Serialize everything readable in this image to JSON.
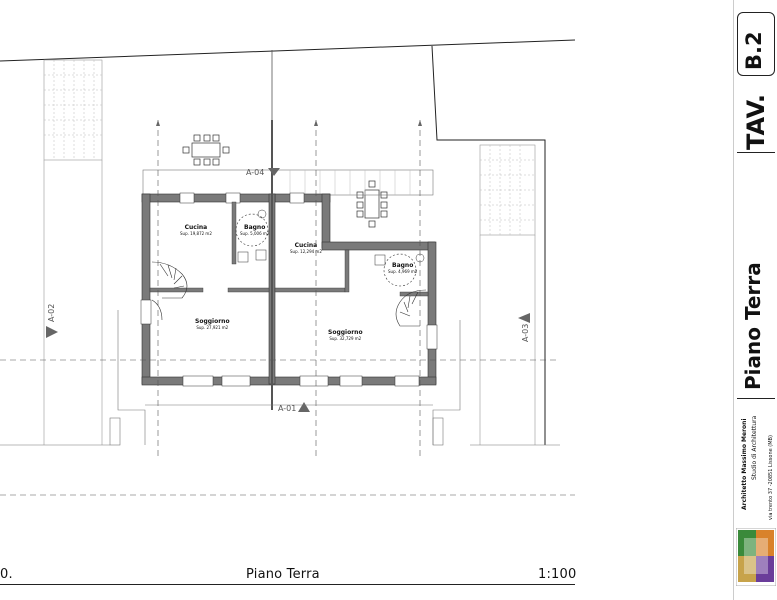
{
  "sheet": {
    "plan_label": "Piano Terra",
    "scale": "1:100",
    "left_fragment": "0."
  },
  "title_block": {
    "tav_prefix": "TAV.",
    "tav_number": "B.2",
    "sheet_title": "Piano Terra",
    "architect_name": "Architetto Massimo Meroni",
    "studio": "Studio di Architettura",
    "address": "via trento 37 -20851 Lissone (MB)"
  },
  "rooms": [
    {
      "name": "Cucina",
      "area": "Sup. 19,872 m2"
    },
    {
      "name": "Bagno",
      "area": "Sup. 5,006 m2"
    },
    {
      "name": "Cucina",
      "area": "Sup. 12,294 m2"
    },
    {
      "name": "Bagno",
      "area": "Sup. 4,969 m2"
    },
    {
      "name": "Soggiorno",
      "area": "Sup. 27,921 m2"
    },
    {
      "name": "Soggiorno",
      "area": "Sup. 32,729 m2"
    }
  ],
  "sections": {
    "a01": "A-01",
    "a02": "A-02",
    "a03": "A-03",
    "a04": "A-04"
  },
  "colors": {
    "wall": "#7a7a7a",
    "line": "#222222",
    "hatch": "#8a8a8a",
    "logo_green": "#3a8a3a",
    "logo_orange": "#d9822b",
    "logo_purple": "#6a3d9a"
  }
}
